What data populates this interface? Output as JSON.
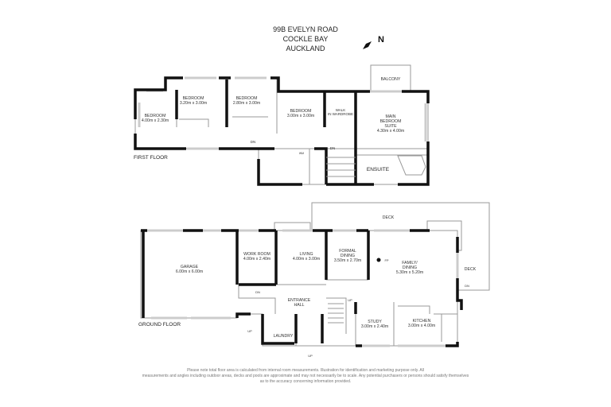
{
  "header": {
    "line1": "99B EVELYN ROAD",
    "line2": "COCKLE BAY",
    "line3": "AUCKLAND",
    "north": "N"
  },
  "first_floor": {
    "label": "FIRST FLOOR",
    "rooms": [
      {
        "name": "BEDROOM",
        "size": "4.00m x 2.30m"
      },
      {
        "name": "BEDROOM",
        "size": "3.20m x 3.00m"
      },
      {
        "name": "BEDROOM",
        "size": "2.80m x 3.00m"
      },
      {
        "name": "BEDROOM",
        "size": "3.00m x 3.00m"
      },
      {
        "line1": "WALK",
        "line2": "IN WARDROBE"
      },
      {
        "line1": "MAIN",
        "line2": "BEDROOM",
        "line3": "SUITE",
        "size": "4.30m x 4.00m"
      },
      {
        "name": "BALCONY"
      },
      {
        "name": "ENSUITE"
      }
    ],
    "marks": {
      "dn1": "DN",
      "dn2": "DN",
      "wm": "WM"
    }
  },
  "ground_floor": {
    "label": "GROUND FLOOR",
    "rooms": [
      {
        "name": "GARAGE",
        "size": "6.00m x 6.00m"
      },
      {
        "name": "WORK ROOM",
        "size": "4.00m x 2.40m"
      },
      {
        "name": "LIVING",
        "size": "4.00m x 3.00m"
      },
      {
        "line1": "FORMAL",
        "line2": "DINING",
        "size": "3.50m x 2.70m"
      },
      {
        "line1": "FAMILY/",
        "line2": "DINING",
        "size": "5.30m x 5.20m"
      },
      {
        "name": "DECK"
      },
      {
        "name": "DECK"
      },
      {
        "line1": "ENTRANCE",
        "line2": "HALL"
      },
      {
        "name": "STUDY",
        "size": "3.00m x 2.40m"
      },
      {
        "name": "KITCHEN",
        "size": "3.00m x 4.00m"
      },
      {
        "name": "LAUNDRY"
      }
    ],
    "marks": {
      "fp": "FP",
      "dn1": "DN",
      "dn2": "DN",
      "up1": "UP",
      "up2": "UP",
      "up3": "UP"
    }
  },
  "footer": {
    "line1": "Please note total floor area is calculated from internal room measurements. Illustration for identification and marketing purpose only. All",
    "line2": "measurements and angles including outdoor areas, decks and pools are approximate and may not necessarily be to scale. Any potential purchasers or persons should satisfy themselves",
    "line3": "as to the accuracy concerning information provided."
  }
}
